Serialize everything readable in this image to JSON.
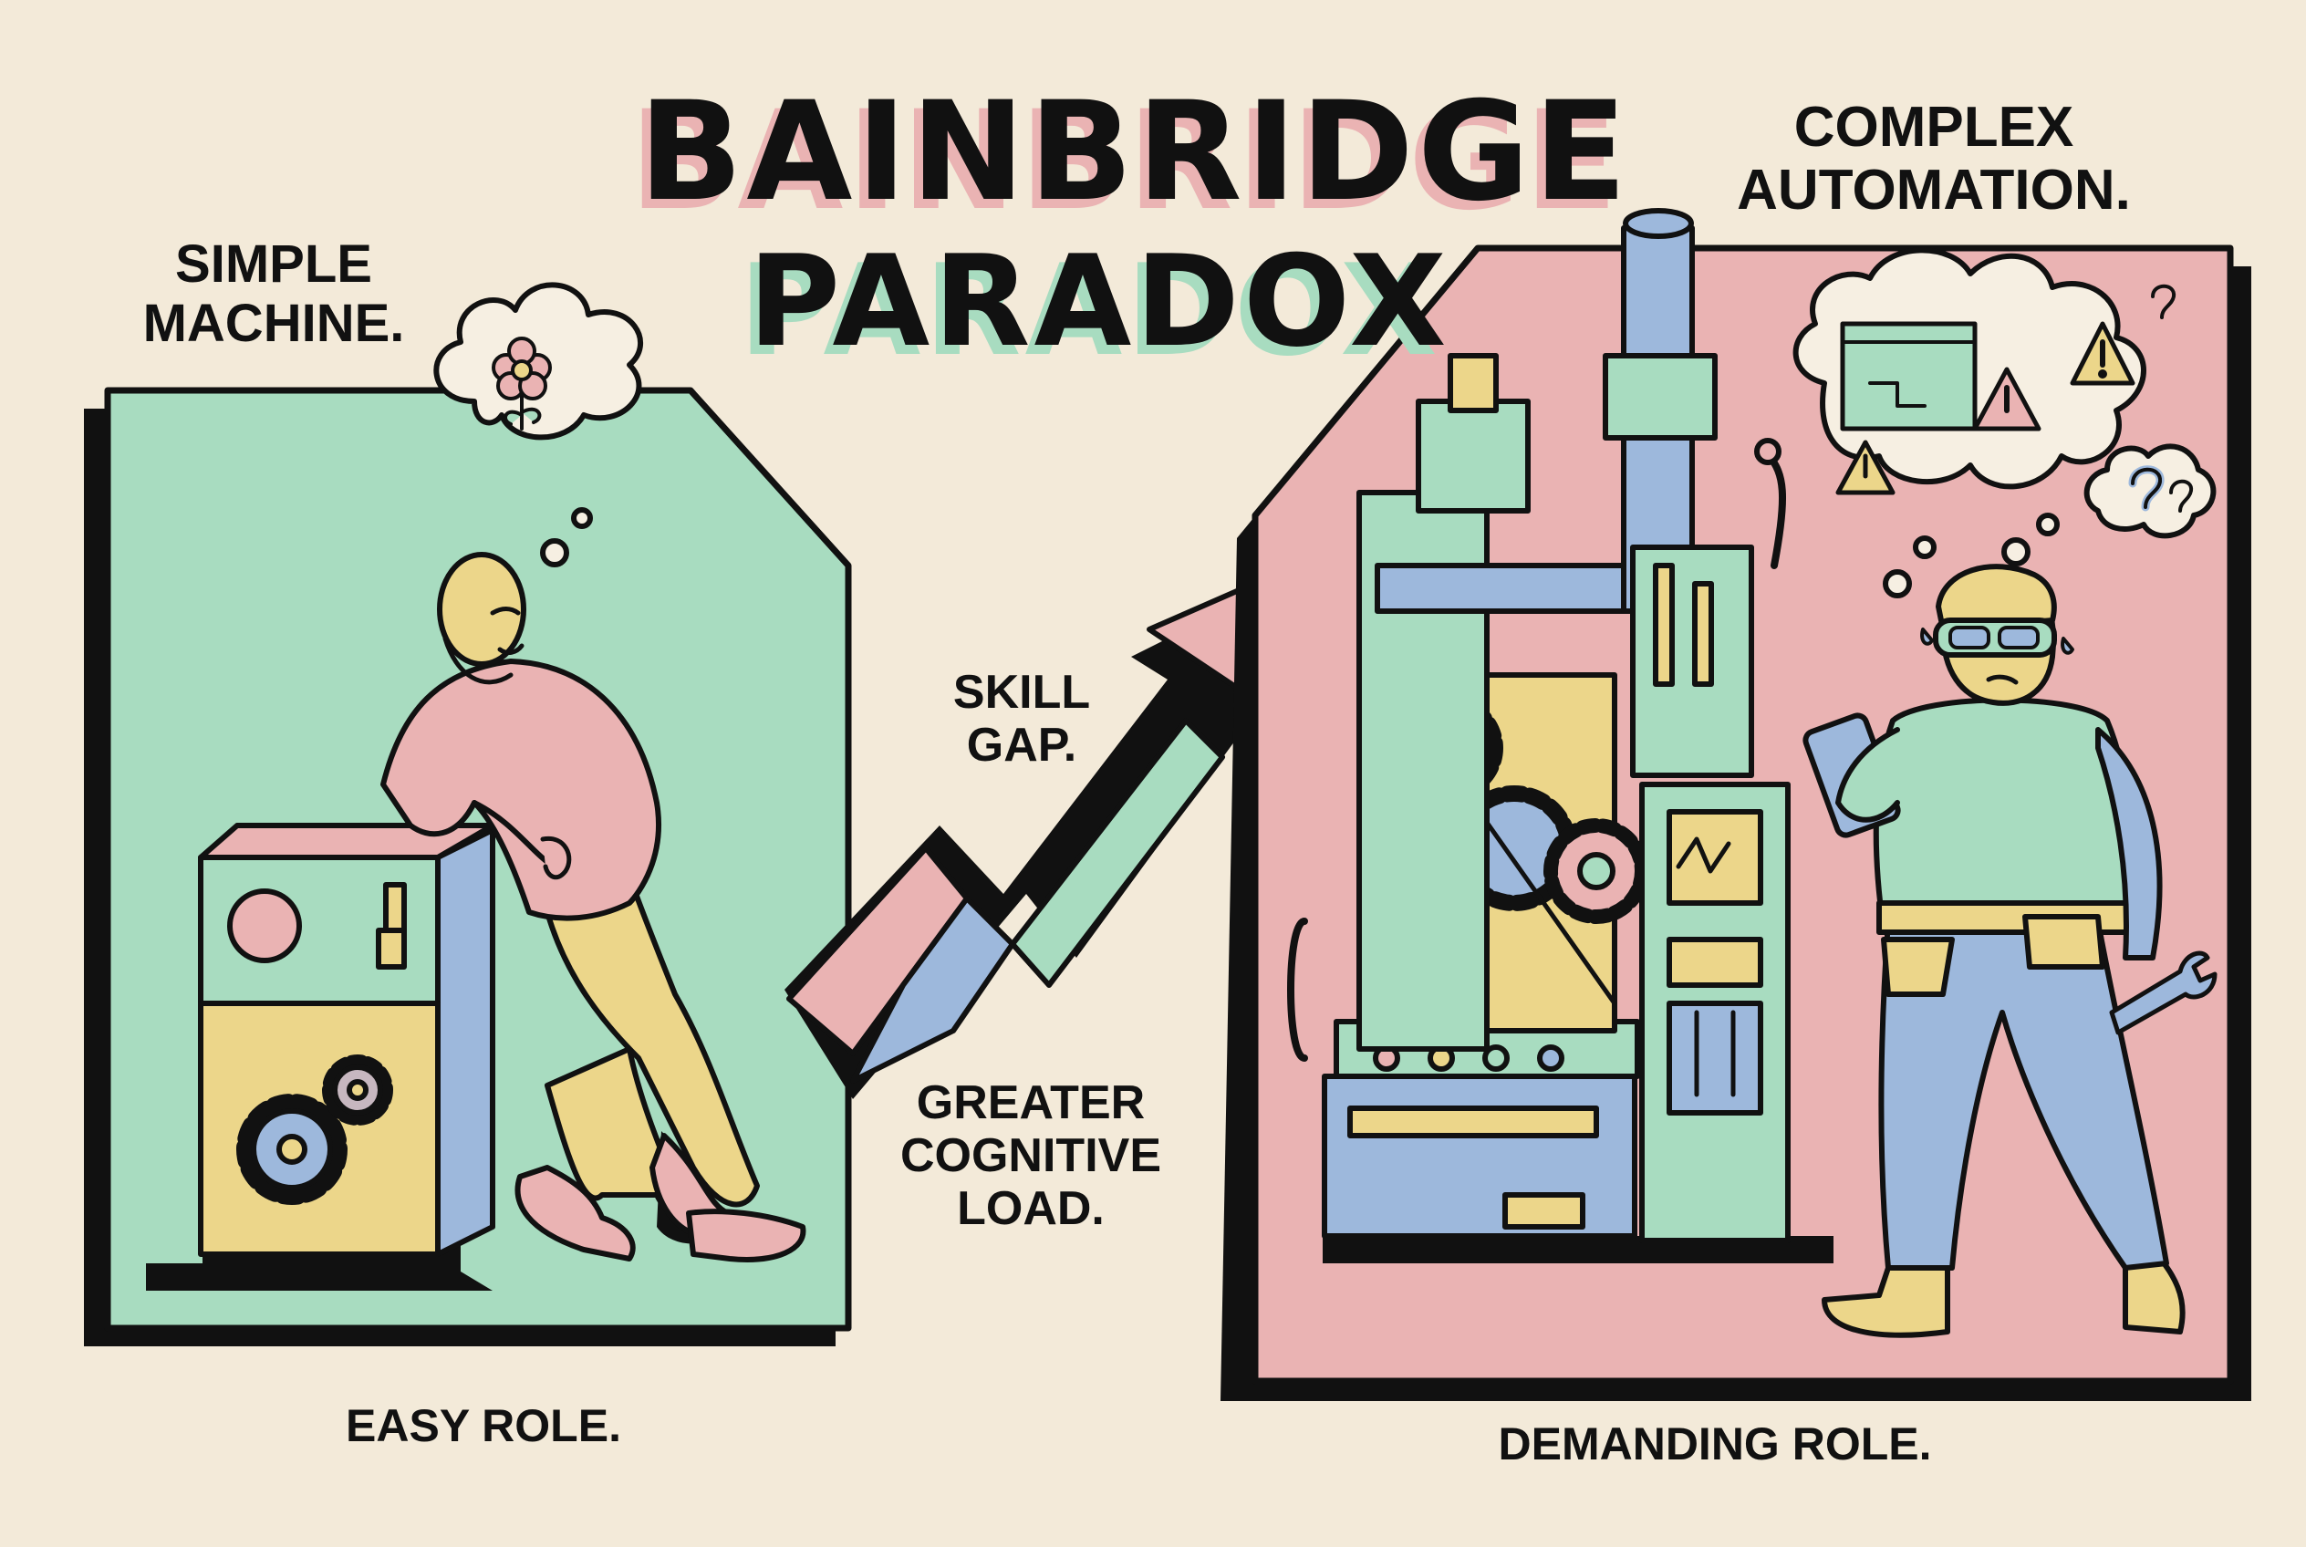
{
  "title": {
    "line1": "BAINBRIDGE",
    "line2": "PARADOX"
  },
  "left_panel": {
    "heading_line1": "SIMPLE",
    "heading_line2": "MACHINE.",
    "caption": "EASY ROLE."
  },
  "middle": {
    "skill_line1": "SKILL",
    "skill_line2": "GAP.",
    "load_line1": "GREATER",
    "load_line2": "COGNITIVE",
    "load_line3": "LOAD."
  },
  "right_panel": {
    "heading_line1": "COMPLEX",
    "heading_line2": "AUTOMATION.",
    "caption": "DEMANDING ROLE."
  },
  "colors": {
    "background": "#f3ead9",
    "mint": "#a8dcc0",
    "pink": "#eab3b3",
    "blue": "#9db8dc",
    "yellow": "#ecd68a",
    "ink": "#111111",
    "title_shadow_line1": "#eab3b3",
    "title_shadow_line2": "#a8dcc0"
  },
  "icons": [
    "flower-icon",
    "gear-icon",
    "warning-icon",
    "question-icon",
    "wrench-icon",
    "tablet-icon"
  ]
}
